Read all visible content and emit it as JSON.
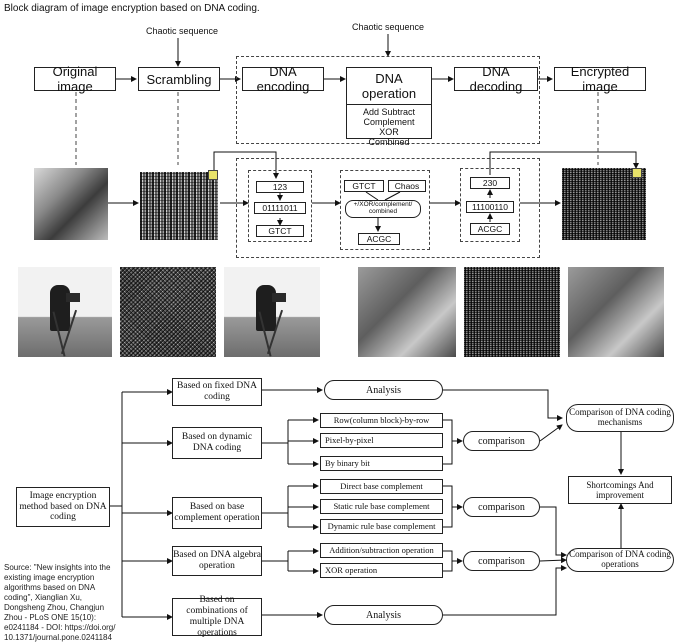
{
  "title": "Block diagram of image encryption based on DNA coding.",
  "top": {
    "chaotic_left": "Chaotic sequence",
    "chaotic_right": "Chaotic sequence",
    "original_image": "Original image",
    "scrambling": "Scrambling",
    "dna_encoding": "DNA encoding",
    "dna_operation": "DNA operation",
    "dna_operation_lines": [
      "Add Subtract",
      "Complement",
      "XOR",
      "Combined"
    ],
    "dna_decoding": "DNA decoding",
    "encrypted_image": "Encrypted image"
  },
  "middle": {
    "enc_123": "123",
    "enc_bits": "01111011",
    "enc_gtct": "GTCT",
    "op_gtct": "GTCT",
    "op_chaos": "Chaos",
    "op_label": "+/XOR/complement/ combined",
    "op_acgc": "ACGC",
    "dec_230": "230",
    "dec_bits": "11100110",
    "dec_acgc": "ACGC"
  },
  "bottom": {
    "root": "Image encryption method based on DNA coding",
    "cat_fixed": "Based on fixed DNA coding",
    "cat_dynamic": "Based on dynamic DNA coding",
    "cat_base": "Based on base complement operation",
    "cat_algebra": "Based on  DNA algebra operation",
    "cat_comb": "Based on combinations of multiple DNA operations",
    "analysis1": "Analysis",
    "analysis2": "Analysis",
    "dyn_items": [
      "Row(column block)-by-row",
      "Pixel-by-pixel",
      "By binary bit"
    ],
    "base_items": [
      "Direct base complement",
      "Static rule base complement",
      "Dynamic rule base complement"
    ],
    "alg_items": [
      "Addition/subtraction operation",
      "XOR operation"
    ],
    "comparison1": "comparison",
    "comparison2": "comparison",
    "comparison3": "comparison",
    "cmp_mech": "Comparison of DNA coding mechanisms",
    "shortcomings": "Shortcomings And improvement",
    "cmp_ops": "Comparison of DNA coding operations"
  },
  "source": "Source: \"New insights into the existing image encryption algorithms based on DNA coding\", Xianglian Xu, Dongsheng Zhou, Changjun Zhou - PLoS ONE 15(10): e0241184 - DOI: https://doi.org/ 10.1371/journal.pone.0241184"
}
